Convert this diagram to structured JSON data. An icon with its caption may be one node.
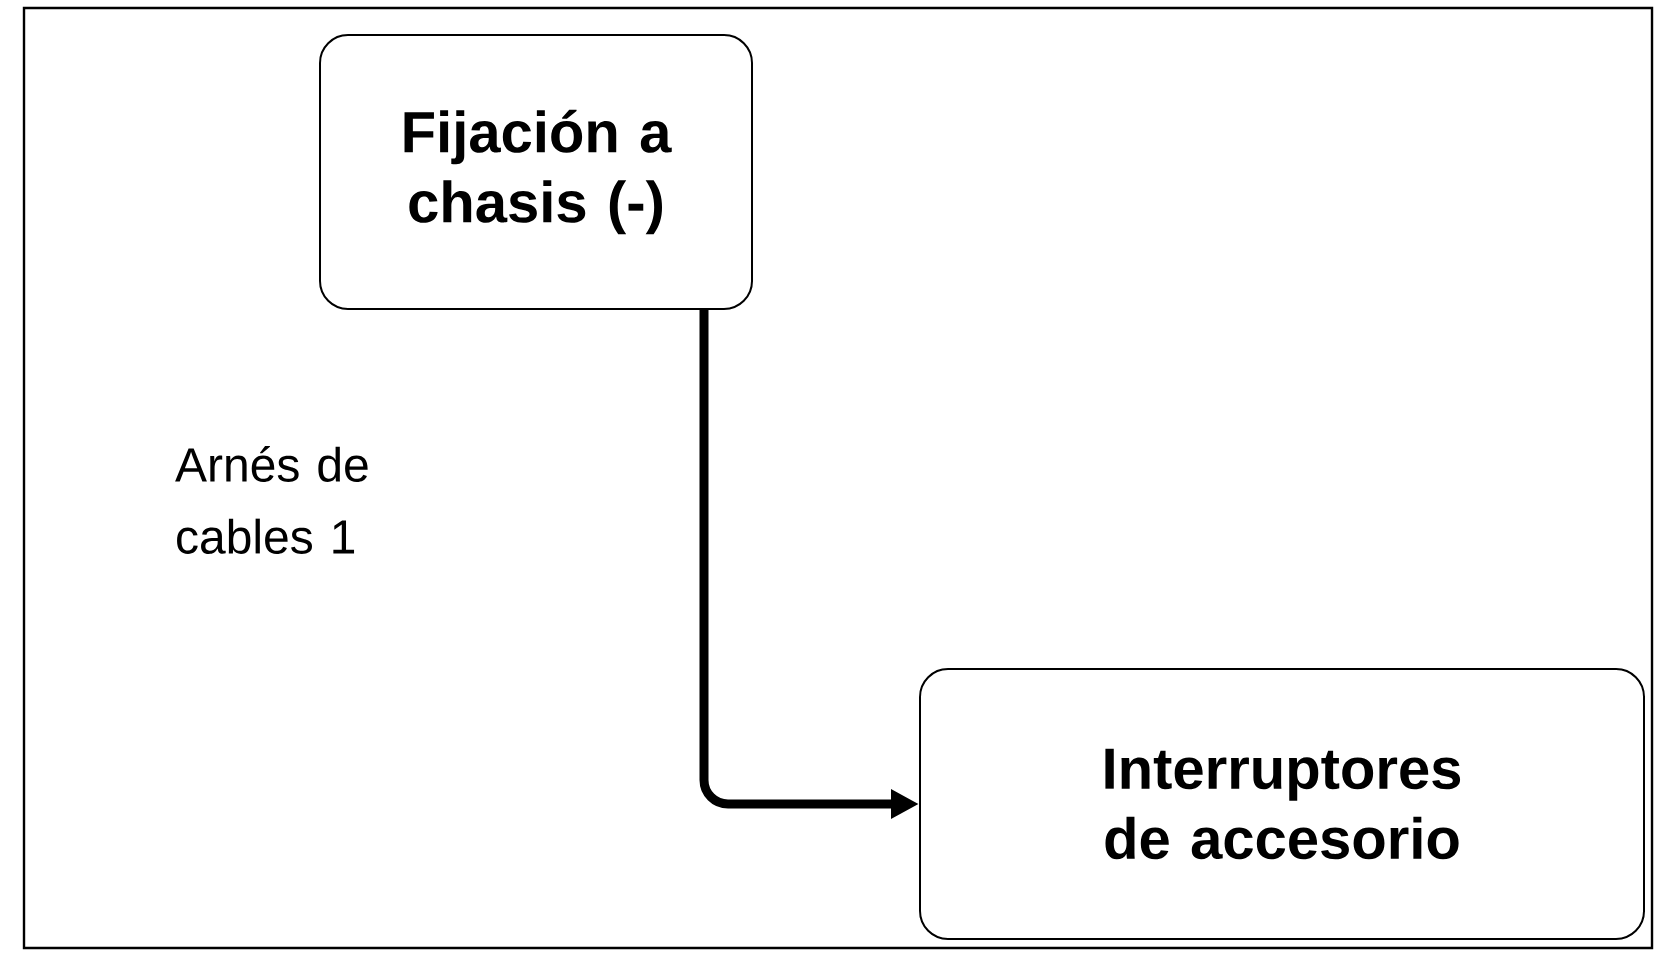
{
  "diagram": {
    "nodes": [
      {
        "text": [
          "Fijación a chasis (-)"
        ]
      },
      {
        "text": [
          "Interruptores de accesorio"
        ]
      }
    ],
    "edges": [
      {
        "from": 0,
        "to": 1,
        "arrow": "to"
      }
    ],
    "labels": [
      "Arnés de cables 1"
    ]
  }
}
